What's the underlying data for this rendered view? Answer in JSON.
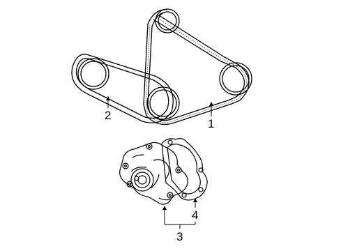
{
  "diagram": {
    "callouts": {
      "fan_belt": "1",
      "vbelt": "2",
      "water_pump_assembly": "3",
      "gasket": "4"
    },
    "colors": {
      "line": "#000000",
      "background": "#ffffff"
    }
  }
}
